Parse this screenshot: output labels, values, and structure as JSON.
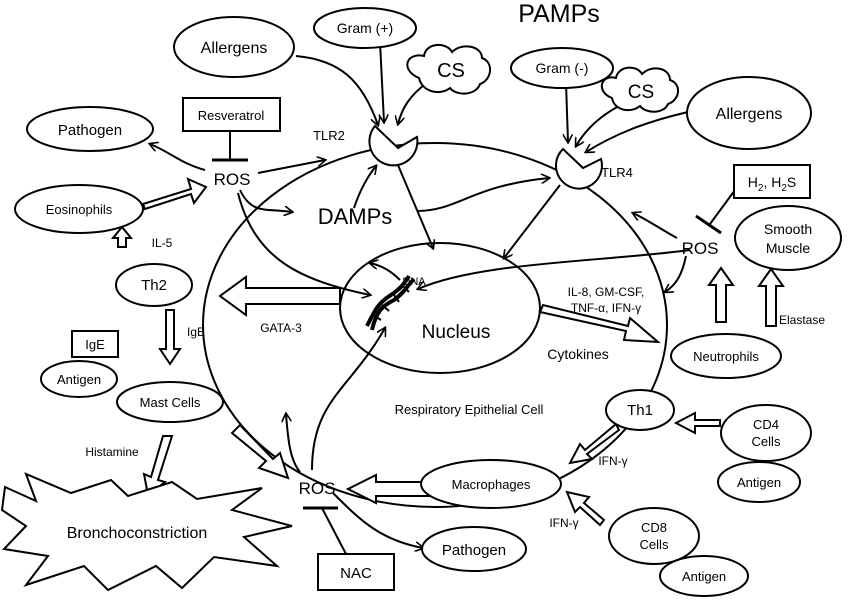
{
  "title": "PAMPs",
  "labels": {
    "allergens_left": "Allergens",
    "gram_pos": "Gram (+)",
    "cs_left": "CS",
    "gram_neg": "Gram (-)",
    "cs_right": "CS",
    "allergens_right": "Allergens",
    "resveratrol": "Resveratrol",
    "pathogen_top": "Pathogen",
    "ros_top": "ROS",
    "tlr2": "TLR2",
    "tlr4": "TLR4",
    "h2h2s_h1": "H",
    "h2h2s_sub1": "2",
    "h2h2s_mid": ", H",
    "h2h2s_sub2": "2",
    "h2h2s_end": "S",
    "smooth_muscle_1": "Smooth",
    "smooth_muscle_2": "Muscle",
    "eosinophils": "Eosinophils",
    "damps": "DAMPs",
    "ros_right": "ROS",
    "il5": "IL-5",
    "th2": "Th2",
    "dna": "DNA",
    "cytokine_list_1": "IL-8, GM-CSF,",
    "cytokine_list_2": "TNF-α, IFN-γ",
    "elastase": "Elastase",
    "gata3": "GATA-3",
    "nucleus": "Nucleus",
    "ige_label": "IgE",
    "ige_box": "IgE",
    "cytokines": "Cytokines",
    "neutrophils": "Neutrophils",
    "antigen_left": "Antigen",
    "mast_cells": "Mast Cells",
    "respiratory_cell": "Respiratory Epithelial Cell",
    "th1": "Th1",
    "cd4_1": "CD4",
    "cd4_2": "Cells",
    "histamine": "Histamine",
    "ifn_g_th1": "IFN-γ",
    "antigen_cd4": "Antigen",
    "ros_bottom": "ROS",
    "macrophages": "Macrophages",
    "bronchoconstriction": "Bronchoconstriction",
    "ifn_g_cd8": "IFN-γ",
    "cd8_1": "CD8",
    "cd8_2": "Cells",
    "pathogen_bottom": "Pathogen",
    "nac": "NAC",
    "antigen_cd8": "Antigen"
  }
}
